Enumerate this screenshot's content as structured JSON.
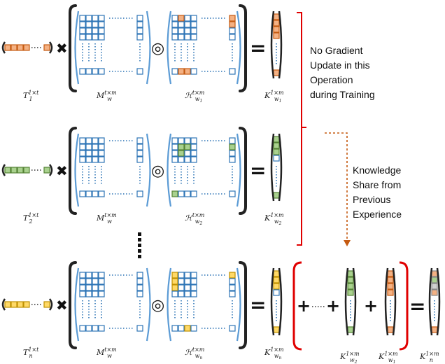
{
  "colors": {
    "blue": "#2e75b6",
    "bracket_blue": "#5b9bd5",
    "orange_fill": "#f4b183",
    "orange_stroke": "#c55a11",
    "green_fill": "#a9d18e",
    "green_stroke": "#548235",
    "yellow_fill": "#ffd966",
    "yellow_stroke": "#bf9000",
    "red": "#e00000",
    "brown_arrow": "#c55a11"
  },
  "symbols": {
    "multiply": "✖",
    "equals": "=",
    "hadamard": "◎",
    "plus": "+"
  },
  "rows": [
    {
      "input_base": "T",
      "input_sub": "1",
      "input_sup": "1×t",
      "mask_base": "M",
      "mask_sub": "w",
      "mask_sup": "t×m",
      "h_base": "ℋ",
      "h_sub": "w",
      "h_sub2": "1",
      "h_sup": "t×m",
      "k_base": "K",
      "k_sub": "w",
      "k_sub2": "1",
      "k_sup": "1×m"
    },
    {
      "input_base": "T",
      "input_sub": "2",
      "input_sup": "1×t",
      "mask_base": "M",
      "mask_sub": "w",
      "mask_sup": "t×m",
      "h_base": "ℋ",
      "h_sub": "w",
      "h_sub2": "2",
      "h_sup": "t×m",
      "k_base": "K",
      "k_sub": "w",
      "k_sub2": "2",
      "k_sup": "1×m"
    },
    {
      "input_base": "T",
      "input_sub": "n",
      "input_sup": "1×t",
      "mask_base": "M",
      "mask_sub": "w",
      "mask_sup": "t×m",
      "h_base": "ℋ",
      "h_sub": "w",
      "h_sub2": "n",
      "h_sup": "t×m",
      "k_base": "K",
      "k_sub": "w",
      "k_sub2": "n",
      "k_sup": "1×m"
    }
  ],
  "sum_labels": {
    "k2": {
      "base": "K",
      "sub": "w",
      "sub2": "2",
      "sup": "1×m"
    },
    "k1": {
      "base": "K",
      "sub": "w",
      "sub2": "1",
      "sup": "1×m"
    },
    "kn": {
      "base": "K",
      "sub": "n",
      "sup": "1×m"
    }
  },
  "annotations": {
    "no_gradient": [
      "No Gradient",
      "Update in this",
      "Operation",
      "during Training"
    ],
    "knowledge_share": [
      "Knowledge",
      "Share from",
      "Previous",
      "Experience"
    ]
  }
}
